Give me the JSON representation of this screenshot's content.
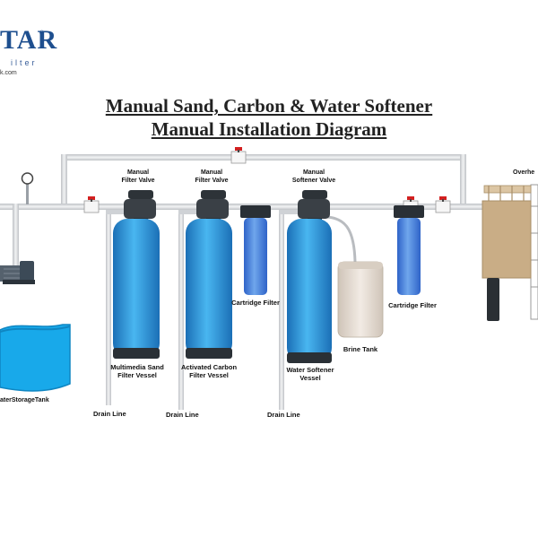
{
  "brand": {
    "logo_text": "TAR",
    "logo_sub": "ilter",
    "logo_url": "k.com",
    "registered": "®"
  },
  "header": {
    "title_line1": "Manual Sand, Carbon & Water Softener",
    "title_line2": "Manual Installation Diagram"
  },
  "labels": {
    "valve_sand": [
      "Manual",
      "Filter Valve"
    ],
    "valve_carbon": [
      "Manual",
      "Filter Valve"
    ],
    "valve_softener": [
      "Manual",
      "Softener Valve"
    ],
    "overhead": "Overhe",
    "cartridge_1": "Cartridge Filter",
    "cartridge_2": "Cartridge Filter",
    "brine_tank": "Brine Tank",
    "sand_vessel": [
      "Multimedia Sand",
      "Filter Vessel"
    ],
    "carbon_vessel": [
      "Activated Carbon",
      "Filter Vessel"
    ],
    "softener_vessel": [
      "Water Softener",
      "Vessel"
    ],
    "storage_tank": "aterStorageTank",
    "drain_1": "Drain Line",
    "drain_2": "Drain Line",
    "drain_3": "Drain Line"
  },
  "colors": {
    "pipe": "#e4e6e8",
    "pipe_edge": "#b9bcc0",
    "vessel": "#2f9fe3",
    "vessel_dark": "#1b6fb6",
    "cartridge": "#3f86e0",
    "water": "#18a9ea",
    "brine": "#e9e0d6",
    "overhead_tank": "#c9ad86",
    "valve_red": "#d32020",
    "pump": "#3c4a57"
  }
}
